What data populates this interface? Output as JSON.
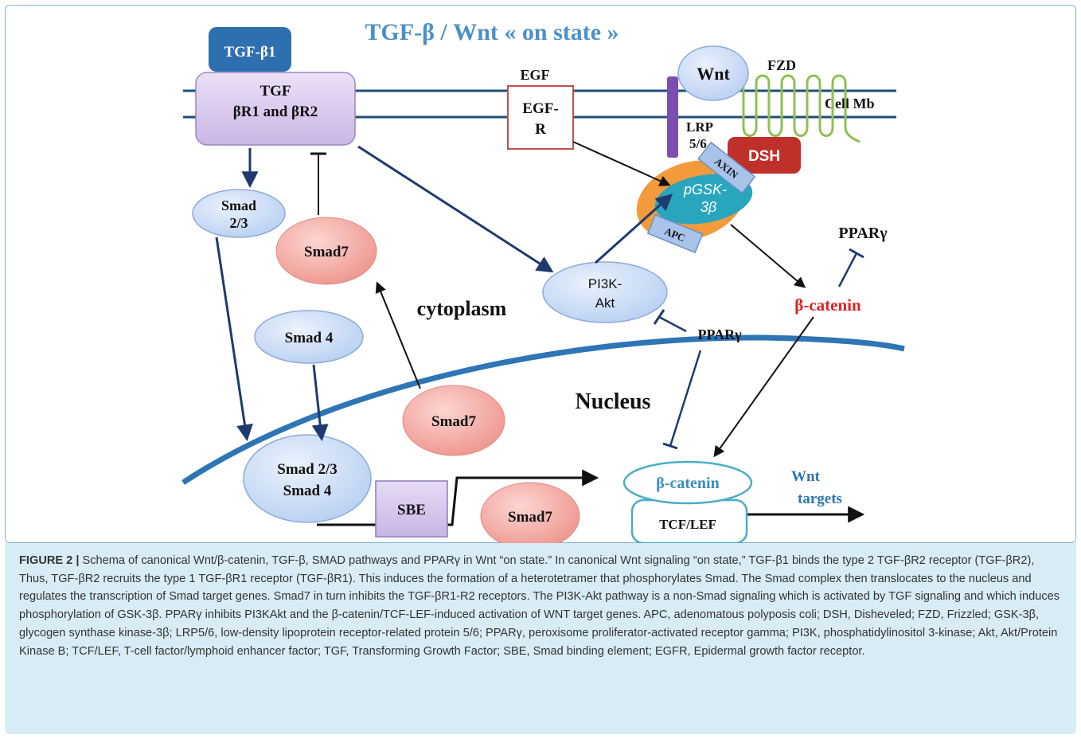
{
  "diagram": {
    "title": "TGF-β / Wnt « on state »",
    "tgf_ligand": "TGF-β1",
    "tgf_receptor_line1": "TGF",
    "tgf_receptor_line2": "βR1 and βR2",
    "egf_label": "EGF",
    "egfr_line1": "EGF-",
    "egfr_line2": "R",
    "wnt_label": "Wnt",
    "fzd_label": "FZD",
    "cell_membrane_label": "Cell  Mb",
    "lrp_line1": "LRP",
    "lrp_line2": "5/6",
    "dsh_label": "DSH",
    "axin_label": "AXIN",
    "gsk_line1": "pGSK-",
    "gsk_line2": "3β",
    "apc_label": "APC",
    "pparg_top": "PPARγ",
    "smad23_line1": "Smad",
    "smad23_line2": "2/3",
    "smad7_upper": "Smad7",
    "pi3k_line1": "PI3K-",
    "pi3k_line2": "Akt",
    "cytoplasm_label": "cytoplasm",
    "beta_catenin_cytoplasm": "β-catenin",
    "pparg_middle": "PPARγ",
    "smad4_label": "Smad  4",
    "smad7_middle": "Smad7",
    "nucleus_label": "Nucleus",
    "smad_complex_line1": "Smad  2/3",
    "smad_complex_line2": "Smad  4",
    "sbe_label": "SBE",
    "smad7_lower": "Smad7",
    "beta_catenin_nucleus": "β-catenin",
    "tcf_lef_label": "TCF/LEF",
    "wnt_targets_line1": "Wnt",
    "wnt_targets_line2": "targets"
  },
  "caption": {
    "figure_label": "FIGURE 2 |",
    "text": " Schema of canonical Wnt/β-catenin, TGF-β, SMAD pathways and PPARγ in Wnt “on state.” In canonical Wnt signaling “on state,” TGF-β1 binds the type 2 TGF-βR2 receptor (TGF-βR2), Thus, TGF-βR2 recruits the type 1 TGF-βR1 receptor (TGF-βR1). This induces the formation of a heterotetramer that phosphorylates Smad. The Smad complex then translocates to the nucleus and regulates the transcription of Smad target genes. Smad7 in turn inhibits the TGF-βR1-R2 receptors. The PI3K-Akt pathway is a non-Smad signaling which is activated by TGF signaling and which induces phosphorylation of GSK-3β. PPARγ inhibits PI3KAkt and the β-catenin/TCF-LEF-induced activation of WNT target genes. APC, adenomatous polyposis coli; DSH, Disheveled; FZD, Frizzled; GSK-3β, glycogen synthase kinase-3β; LRP5/6, low-density lipoprotein receptor-related protein 5/6; PPARγ, peroxisome proliferator-activated receptor gamma; PI3K, phosphatidylinositol 3-kinase; Akt, Akt/Protein Kinase B; TCF/LEF, T-cell factor/lymphoid enhancer factor; TGF, Transforming Growth Factor; SBE, Smad binding element; EGFR, Epidermal growth factor receptor."
  },
  "colors": {
    "title": "#4a90c8",
    "membrane": "#1f4e79",
    "arrow": "#1f3a6e",
    "blue_node": "#cfe0f7",
    "pink_node": "#f4a9a3",
    "receptor": "#d9c9ef",
    "tgf_ligand": "#2e6fb0",
    "dsh": "#c0302a",
    "gsk": "#29a6bd",
    "orange": "#f39a3c",
    "fzd": "#8cc152",
    "lrp": "#7b4fb0",
    "beta_catenin": "#e02020",
    "nucleus_beta_catenin": "#3a8fc0"
  }
}
